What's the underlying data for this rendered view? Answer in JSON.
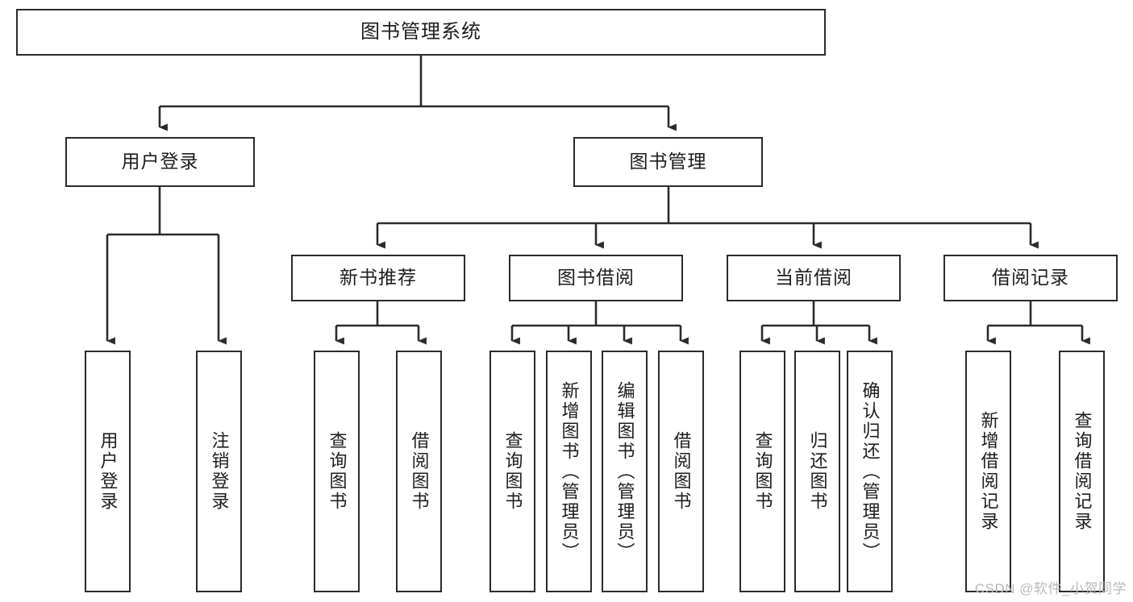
{
  "diagram": {
    "title": "图书管理系统",
    "watermark": "CSDN @软件_小贺同学",
    "colors": {
      "background": "#ffffff",
      "stroke": "#2b2b2b",
      "text": "#1d1d1d",
      "watermark": "#b9b9b9"
    },
    "nodes": {
      "root": {
        "label": "图书管理系统"
      },
      "level2": [
        {
          "label": "用户登录"
        },
        {
          "label": "图书管理"
        }
      ],
      "level3": [
        {
          "label": "新书推荐"
        },
        {
          "label": "图书借阅"
        },
        {
          "label": "当前借阅"
        },
        {
          "label": "借阅记录"
        }
      ],
      "leaves_user_login": [
        {
          "label": "用户登录"
        },
        {
          "label": "注销登录"
        }
      ],
      "leaves_new_book": [
        {
          "label": "查询图书"
        },
        {
          "label": "借阅图书"
        }
      ],
      "leaves_borrow": [
        {
          "label": "查询图书"
        },
        {
          "label": "新增图书（管理员）"
        },
        {
          "label": "编辑图书（管理员）"
        },
        {
          "label": "借阅图书"
        }
      ],
      "leaves_current": [
        {
          "label": "查询图书"
        },
        {
          "label": "归还图书"
        },
        {
          "label": "确认归还（管理员）"
        }
      ],
      "leaves_records": [
        {
          "label": "新增借阅记录"
        },
        {
          "label": "查询借阅记录"
        }
      ]
    }
  }
}
